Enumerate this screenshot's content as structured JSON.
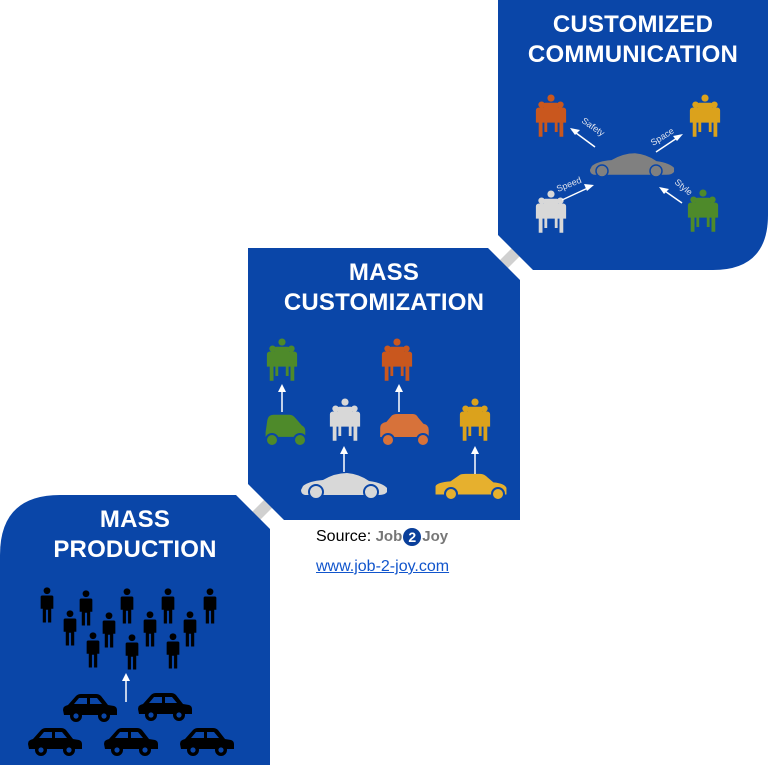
{
  "panels": {
    "mass_production": {
      "title_line1": "MASS",
      "title_line2": "PRODUCTION",
      "icons": [
        "person-icon x13",
        "car-icon x5",
        "arrow-up-icon"
      ],
      "color": "#0a46a8"
    },
    "mass_customization": {
      "title_line1": "MASS",
      "title_line2": "CUSTOMIZATION",
      "groups": [
        {
          "car_color": "#4e8a2a",
          "people_color": "#4e8a2a"
        },
        {
          "car_color": "#d8d8d8",
          "people_color": "#d8d8d8"
        },
        {
          "car_color": "#d7723a",
          "people_color": "#c9571e"
        },
        {
          "car_color": "#e6b02e",
          "people_color": "#dba21c"
        }
      ],
      "color": "#0a46a8"
    },
    "customized_communication": {
      "title_line1": "CUSTOMIZED",
      "title_line2": "COMMUNICATION",
      "labels": {
        "safety": "Safety",
        "space": "Space",
        "speed": "Speed",
        "style": "Style"
      },
      "color": "#0a46a8"
    }
  },
  "source": {
    "label": "Source:",
    "brand_pre": "Job",
    "brand_num": "2",
    "brand_post": "Joy",
    "link": "www.job-2-joy.com"
  }
}
